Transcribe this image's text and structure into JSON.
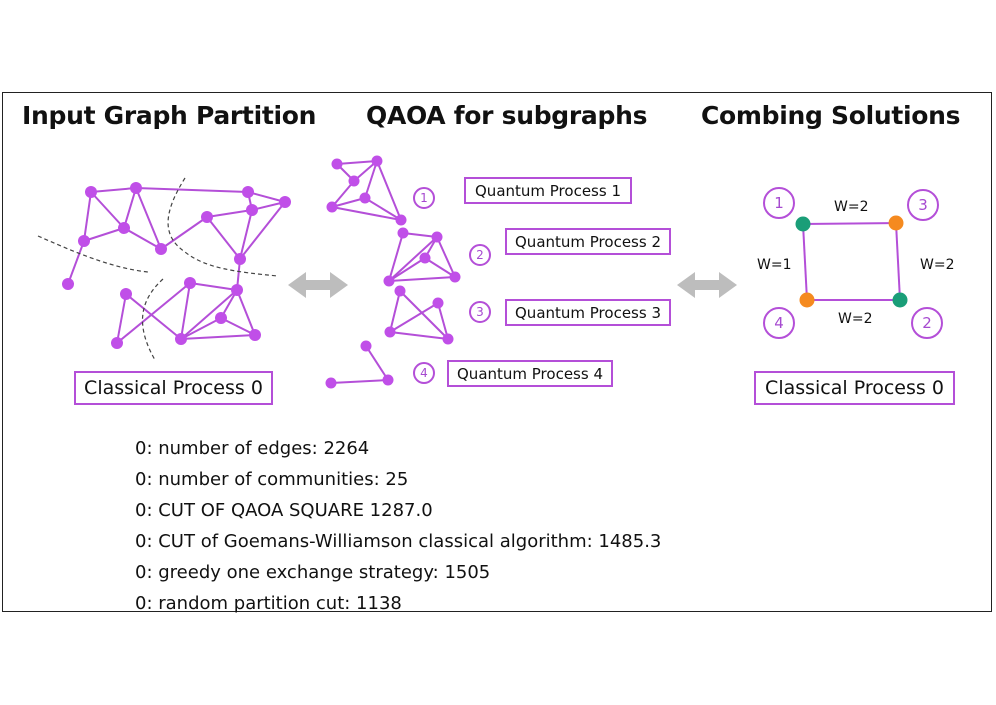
{
  "headings": {
    "partition": "Input Graph Partition",
    "qaoa": "QAOA for subgraphs",
    "combining": "Combing Solutions"
  },
  "quantum_processes": [
    {
      "label": "Quantum Process 1",
      "index": "1"
    },
    {
      "label": "Quantum Process 2",
      "index": "2"
    },
    {
      "label": "Quantum Process 3",
      "index": "3"
    },
    {
      "label": "Quantum Process 4",
      "index": "4"
    }
  ],
  "classical_process_left": "Classical Process 0",
  "classical_process_right": "Classical Process 0",
  "combined_graph": {
    "nodes": [
      "1",
      "3",
      "4",
      "2"
    ],
    "weights": {
      "top": "W=2",
      "left": "W=1",
      "right": "W=2",
      "bottom": "W=2"
    }
  },
  "stats": [
    "0: number of edges: 2264",
    "0: number of communities: 25",
    "0: CUT OF QAOA SQUARE 1287.0",
    "0: CUT of Goemans-Williamson classical algorithm: 1485.3",
    "0: greedy one exchange strategy: 1505",
    "0: random partition cut: 1138"
  ],
  "colors": {
    "graph": "#b44fd8",
    "node": "#c04fe8",
    "arrow": "#bdbdbd",
    "teal_node": "#1a9e78",
    "orange_node": "#f58a1f"
  }
}
